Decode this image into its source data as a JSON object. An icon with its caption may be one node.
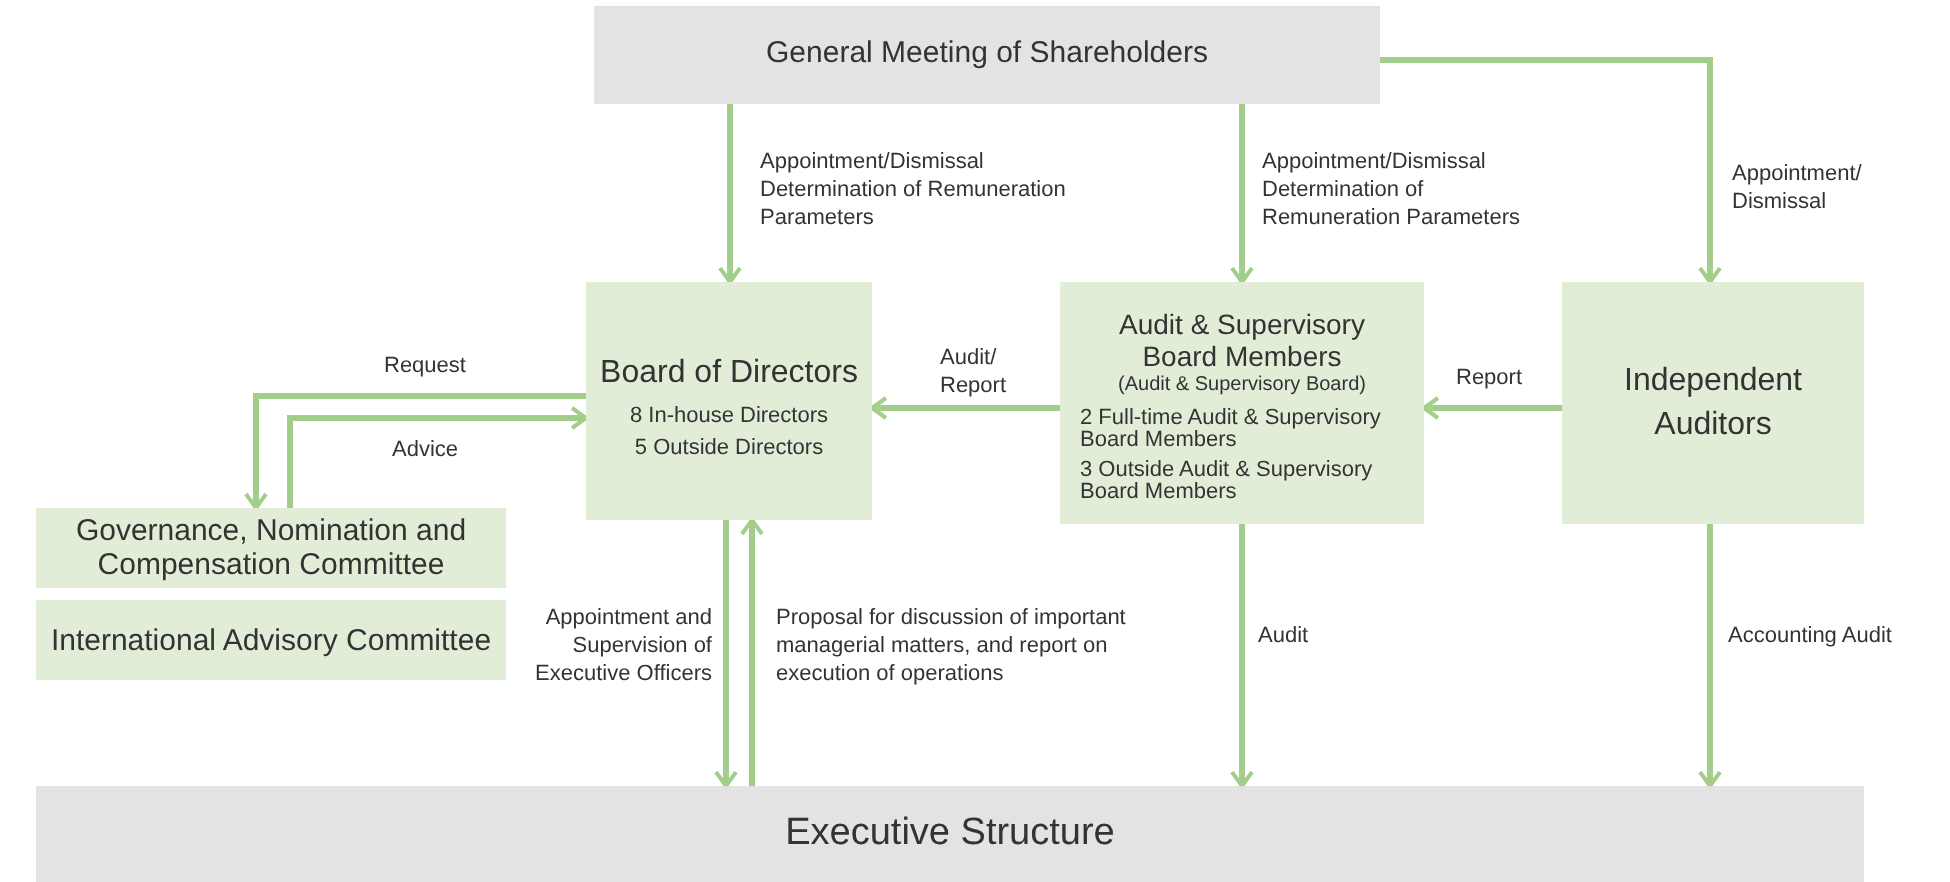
{
  "diagram": {
    "nodes": [
      {
        "text": [
          "General Meeting of Shareholders"
        ]
      },
      {
        "text": [
          "Board of Directors",
          "8 In-house Directors",
          "5 Outside Directors"
        ]
      },
      {
        "text": [
          "Audit & Supervisory Board Members",
          "(Audit & Supervisory Board)",
          "2 Full-time Audit & Supervisory Board Members",
          "3 Outside Audit & Supervisory Board Members"
        ]
      },
      {
        "text": [
          "Independent Auditors"
        ]
      },
      {
        "text": [
          "Governance, Nomination and Compensation Committee"
        ]
      },
      {
        "text": [
          "International Advisory Committee"
        ]
      },
      {
        "text": [
          "Executive Structure"
        ]
      }
    ],
    "edges": [
      {
        "from": 0,
        "to": 1,
        "arrow": "to",
        "label": "Appointment/Dismissal Determination of Remuneration Parameters"
      },
      {
        "from": 0,
        "to": 2,
        "arrow": "to",
        "label": "Appointment/Dismissal Determination of Remuneration Parameters"
      },
      {
        "from": 0,
        "to": 3,
        "arrow": "to",
        "label": "Appointment/ Dismissal"
      },
      {
        "from": 2,
        "to": 1,
        "arrow": "to",
        "label": "Audit/ Report"
      },
      {
        "from": 3,
        "to": 2,
        "arrow": "to",
        "label": "Report"
      },
      {
        "from": 1,
        "to": 4,
        "arrow": "to",
        "label": "Request"
      },
      {
        "from": 4,
        "to": 1,
        "arrow": "to",
        "label": "Advice"
      },
      {
        "from": 1,
        "to": 6,
        "arrow": "to",
        "label": "Appointment and Supervision of Executive Officers"
      },
      {
        "from": 6,
        "to": 1,
        "arrow": "to",
        "label": "Proposal for discussion of important managerial matters, and report on execution of operations"
      },
      {
        "from": 2,
        "to": 6,
        "arrow": "to",
        "label": "Audit"
      },
      {
        "from": 3,
        "to": 6,
        "arrow": "to",
        "label": "Accounting Audit"
      }
    ]
  }
}
